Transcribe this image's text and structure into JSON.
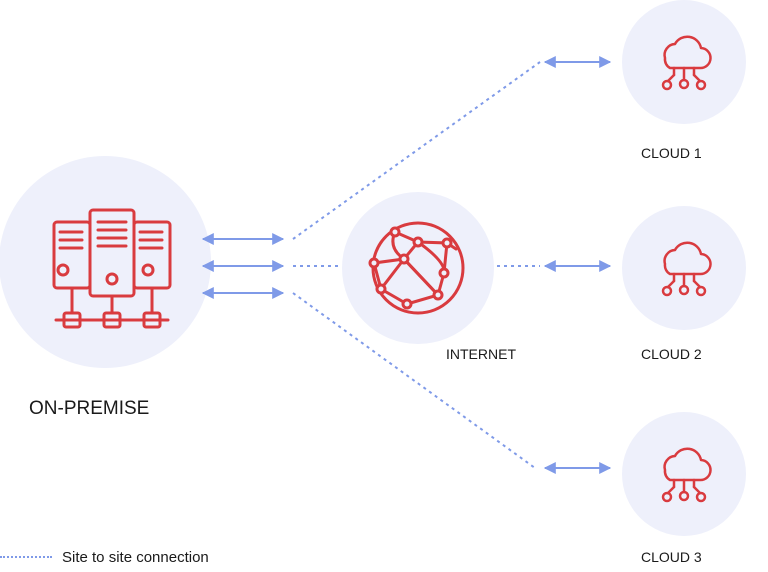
{
  "nodes": {
    "on_premise": "ON-PREMISE",
    "internet": "INTERNET",
    "cloud_1": "CLOUD 1",
    "cloud_2": "CLOUD 2",
    "cloud_3": "CLOUD 3"
  },
  "legend": {
    "site_to_site": "Site to site connection"
  },
  "colors": {
    "icon_red": "#d93b3f",
    "circle_bg": "#eef0fb",
    "connector_blue": "#7f9ae8"
  },
  "icons": {
    "on_premise": "server-rack-icon",
    "internet": "globe-network-icon",
    "cloud": "cloud-network-icon"
  }
}
